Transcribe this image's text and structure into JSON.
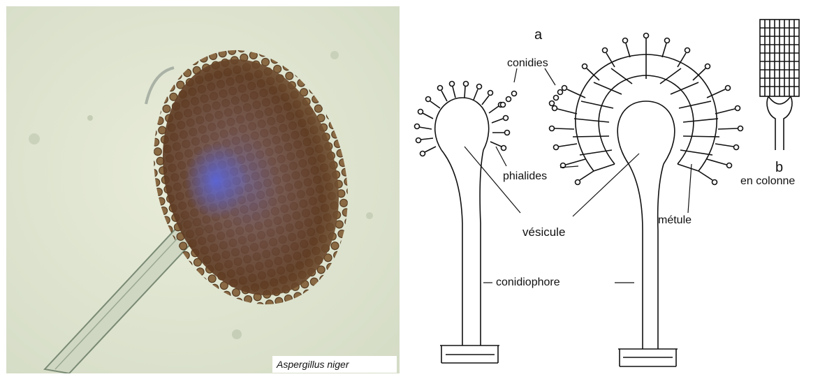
{
  "photo": {
    "caption": "Aspergillus niger"
  },
  "diagram": {
    "label_a": "a",
    "label_b": "b",
    "conidies": "conidies",
    "phialides": "phialides",
    "vesicule": "vésicule",
    "metule": "métule",
    "conidiophore": "conidiophore",
    "en_colonne": "en colonne"
  }
}
